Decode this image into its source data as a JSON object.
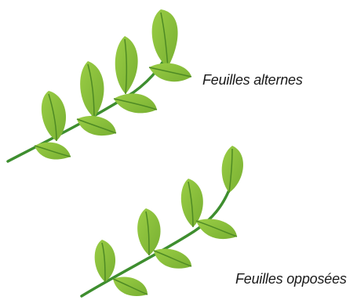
{
  "captions": {
    "alternate": "Feuilles alternes",
    "opposite": "Feuilles opposées"
  },
  "colors": {
    "leaf_light": "#8DC63F",
    "leaf_dark": "#6FA42C",
    "stem": "#3E8E2F",
    "vein": "#4E8A24"
  },
  "illustrations": [
    {
      "name": "alternate-leaf-branch",
      "leaf_arrangement": "alternate"
    },
    {
      "name": "opposite-leaf-branch",
      "leaf_arrangement": "opposite"
    }
  ]
}
